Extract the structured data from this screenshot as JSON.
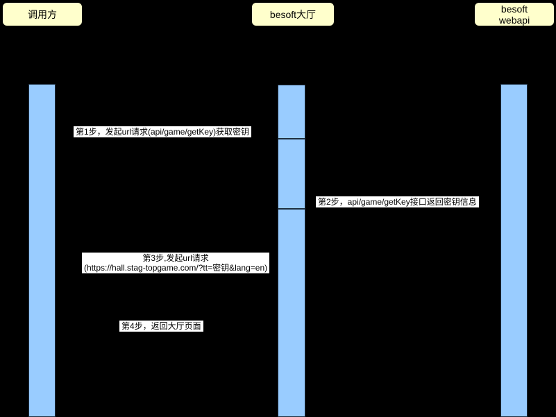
{
  "diagram": {
    "type": "sequence-diagram",
    "background": "#000000",
    "colors": {
      "actor_fill": "#FFFFCC",
      "actor_border": "#000000",
      "activation_fill": "#99CCFF",
      "activation_border": "#1E2F40",
      "message_label_bg": "#FFFFFF",
      "message_label_text": "#000000"
    },
    "actors": [
      {
        "name": "调用方",
        "lines": [
          "调用方"
        ]
      },
      {
        "name": "besoft大厅",
        "lines": [
          "besoft大厅"
        ]
      },
      {
        "name": "besoft webapi",
        "lines": [
          "besoft",
          "webapi"
        ]
      }
    ],
    "messages": [
      {
        "step": "1",
        "lines": [
          "第1步，发起url请求(api/game/getKey)获取密钥"
        ]
      },
      {
        "step": "2",
        "lines": [
          "第2步，api/game/getKey接口返回密钥信息"
        ]
      },
      {
        "step": "3",
        "lines": [
          "第3步,发起url请求",
          "(https://hall.stag-topgame.com/?tt=密钥&lang=en)"
        ]
      },
      {
        "step": "4",
        "lines": [
          "第4步，返回大厅页面"
        ]
      }
    ]
  }
}
